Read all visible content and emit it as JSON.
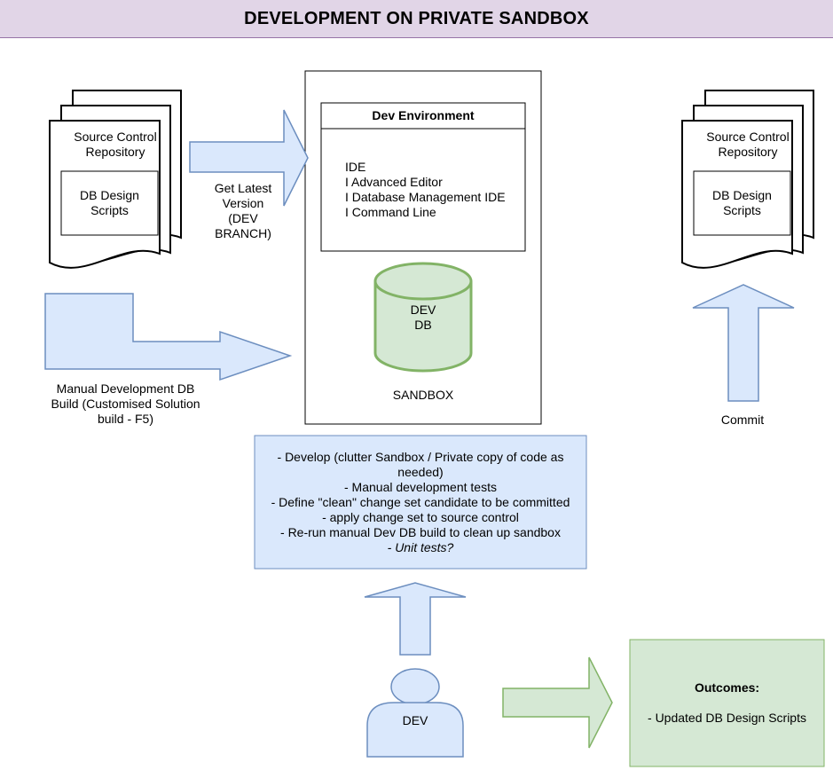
{
  "title": "DEVELOPMENT ON PRIVATE SANDBOX",
  "colors": {
    "title_fill": "#e1d5e7",
    "title_stroke": "#9673a6",
    "blue_fill": "#dae8fc",
    "blue_stroke": "#6c8ebf",
    "green_fill": "#d5e8d4",
    "green_stroke": "#82b366"
  },
  "left_repo": {
    "title": "Source Control Repository",
    "inner": "DB Design Scripts"
  },
  "right_repo": {
    "title": "Source Control Repository",
    "inner": "DB Design Scripts"
  },
  "get_latest_label": "Get Latest Version (DEV BRANCH)",
  "manual_build_label": "Manual Development DB Build (Customised Solution build - F5)",
  "commit_label": "Commit",
  "dev_environment": {
    "title": "Dev Environment",
    "items": [
      "IDE",
      "I Advanced Editor",
      "I Database Management IDE",
      "I Command Line"
    ]
  },
  "dev_db_label": "DEV DB",
  "sandbox_label": "SANDBOX",
  "activity_notes": [
    "- Develop (clutter Sandbox / Private copy of code as needed)",
    "- Manual development tests",
    "- Define \"clean\" change set candidate to be committed",
    "- apply change set to source control",
    "- Re-run manual Dev DB build to clean up sandbox",
    "- Unit tests?"
  ],
  "developer_label": "DEV",
  "outcomes": {
    "title": "Outcomes:",
    "item": "- Updated DB Design Scripts"
  }
}
